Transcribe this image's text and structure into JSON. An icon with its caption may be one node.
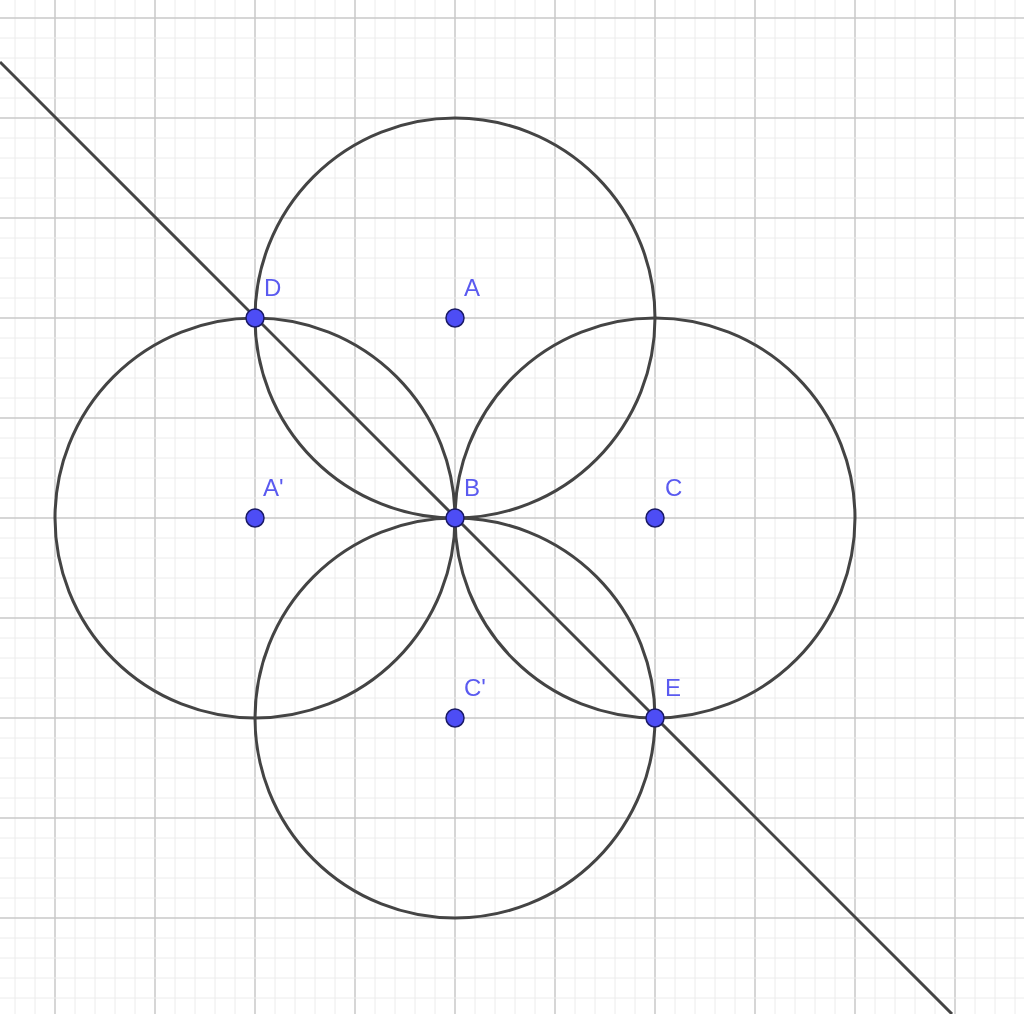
{
  "diagram": {
    "labels": [
      "D",
      "A",
      "A'",
      "B",
      "C",
      "C'",
      "E"
    ]
  }
}
